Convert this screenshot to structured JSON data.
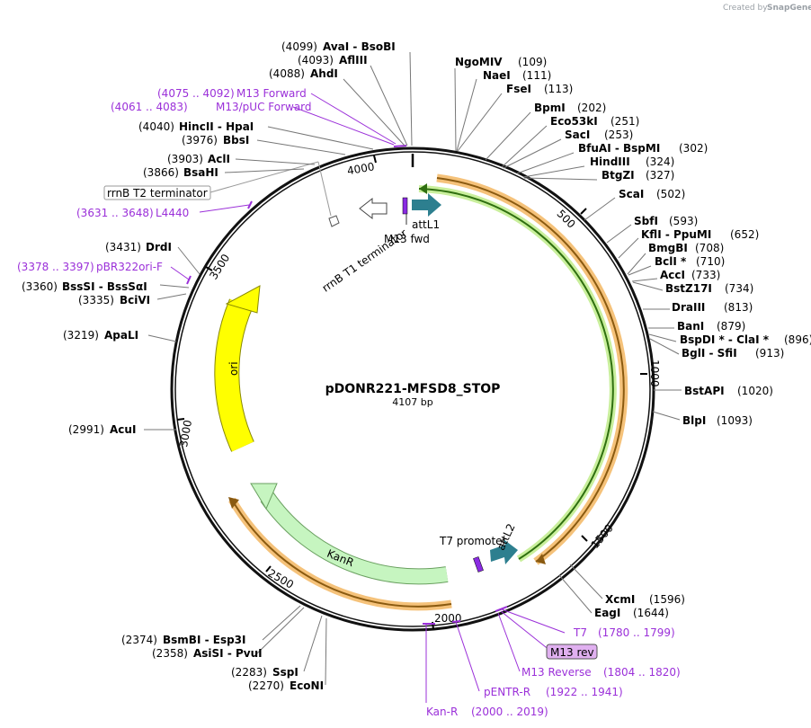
{
  "credit": {
    "prefix": "Created by",
    "brand": "SnapGene"
  },
  "plasmid": {
    "name": "pDONR221-MFSD8_STOP",
    "size_label": "4107 bp"
  },
  "ticks": [
    "4000",
    "500",
    "1000",
    "1500",
    "2000",
    "2500",
    "3000",
    "3500"
  ],
  "sites_right": [
    {
      "name": "NgoMIV",
      "pos": "(109)"
    },
    {
      "name": "NaeI",
      "pos": "(111)"
    },
    {
      "name": "FseI",
      "pos": "(113)"
    },
    {
      "name": "BpmI",
      "pos": "(202)"
    },
    {
      "name": "Eco53kI",
      "pos": "(251)"
    },
    {
      "name": "SacI",
      "pos": "(253)"
    },
    {
      "name": "BfuAI - BspMI",
      "pos": "(302)"
    },
    {
      "name": "HindIII",
      "pos": "(324)"
    },
    {
      "name": "BtgZI",
      "pos": "(327)"
    },
    {
      "name": "ScaI",
      "pos": "(502)"
    },
    {
      "name": "SbfI",
      "pos": "(593)"
    },
    {
      "name": "KflI - PpuMI",
      "pos": "(652)"
    },
    {
      "name": "BmgBI",
      "pos": "(708)"
    },
    {
      "name": "BclI *",
      "pos": "(710)"
    },
    {
      "name": "AccI",
      "pos": "(733)"
    },
    {
      "name": "BstZ17I",
      "pos": "(734)"
    },
    {
      "name": "DraIII",
      "pos": "(813)"
    },
    {
      "name": "BanI",
      "pos": "(879)"
    },
    {
      "name": "BspDI * - ClaI *",
      "pos": "(896)"
    },
    {
      "name": "BglI - SfiI",
      "pos": "(913)"
    },
    {
      "name": "BstAPI",
      "pos": "(1020)"
    },
    {
      "name": "BlpI",
      "pos": "(1093)"
    },
    {
      "name": "XcmI",
      "pos": "(1596)"
    },
    {
      "name": "EagI",
      "pos": "(1644)"
    }
  ],
  "sites_left": [
    {
      "name": "AvaI - BsoBI",
      "pos": "(4099)"
    },
    {
      "name": "AflIII",
      "pos": "(4093)"
    },
    {
      "name": "AhdI",
      "pos": "(4088)"
    },
    {
      "name": "HincII - HpaI",
      "pos": "(4040)"
    },
    {
      "name": "BbsI",
      "pos": "(3976)"
    },
    {
      "name": "AclI",
      "pos": "(3903)"
    },
    {
      "name": "BsaHI",
      "pos": "(3866)"
    },
    {
      "name": "DrdI",
      "pos": "(3431)"
    },
    {
      "name": "BssSI - BssSαI",
      "pos": "(3360)"
    },
    {
      "name": "BciVI",
      "pos": "(3335)"
    },
    {
      "name": "ApaLI",
      "pos": "(3219)"
    },
    {
      "name": "AcuI",
      "pos": "(2991)"
    },
    {
      "name": "BsmBI - Esp3I",
      "pos": "(2374)"
    },
    {
      "name": "AsiSI - PvuI",
      "pos": "(2358)"
    },
    {
      "name": "SspI",
      "pos": "(2283)"
    },
    {
      "name": "EcoNI",
      "pos": "(2270)"
    }
  ],
  "primers": [
    {
      "name": "M13 Forward",
      "range": "(4075 .. 4092)"
    },
    {
      "name": "M13/pUC Forward",
      "range": "(4061 .. 4083)"
    },
    {
      "name": "L4440",
      "range": "(3631 .. 3648)"
    },
    {
      "name": "pBR322ori-F",
      "range": "(3378 .. 3397)"
    },
    {
      "name": "T7",
      "range": "(1780 .. 1799)"
    },
    {
      "name": "M13 rev",
      "range": ""
    },
    {
      "name": "M13 Reverse",
      "range": "(1804 .. 1820)"
    },
    {
      "name": "pENTR-R",
      "range": "(1922 .. 1941)"
    },
    {
      "name": "Kan-R",
      "range": "(2000 .. 2019)"
    }
  ],
  "features": {
    "rrnB_T2": "rrnB T2 terminator",
    "rrnB_T1": "rrnB T1 terminator",
    "attL1": "attL1",
    "m13fwd": "M13 fwd",
    "t7prom": "T7 promoter",
    "attL2": "attL2",
    "kanr": "KanR",
    "ori": "ori"
  },
  "colors": {
    "backbone": "#111111",
    "primer": "#9b30d9",
    "att": "#2d7f8f",
    "ori": "#ffff00",
    "kanr": "#c6f5c0",
    "orange": "#f0a030",
    "green": "#80d040"
  }
}
